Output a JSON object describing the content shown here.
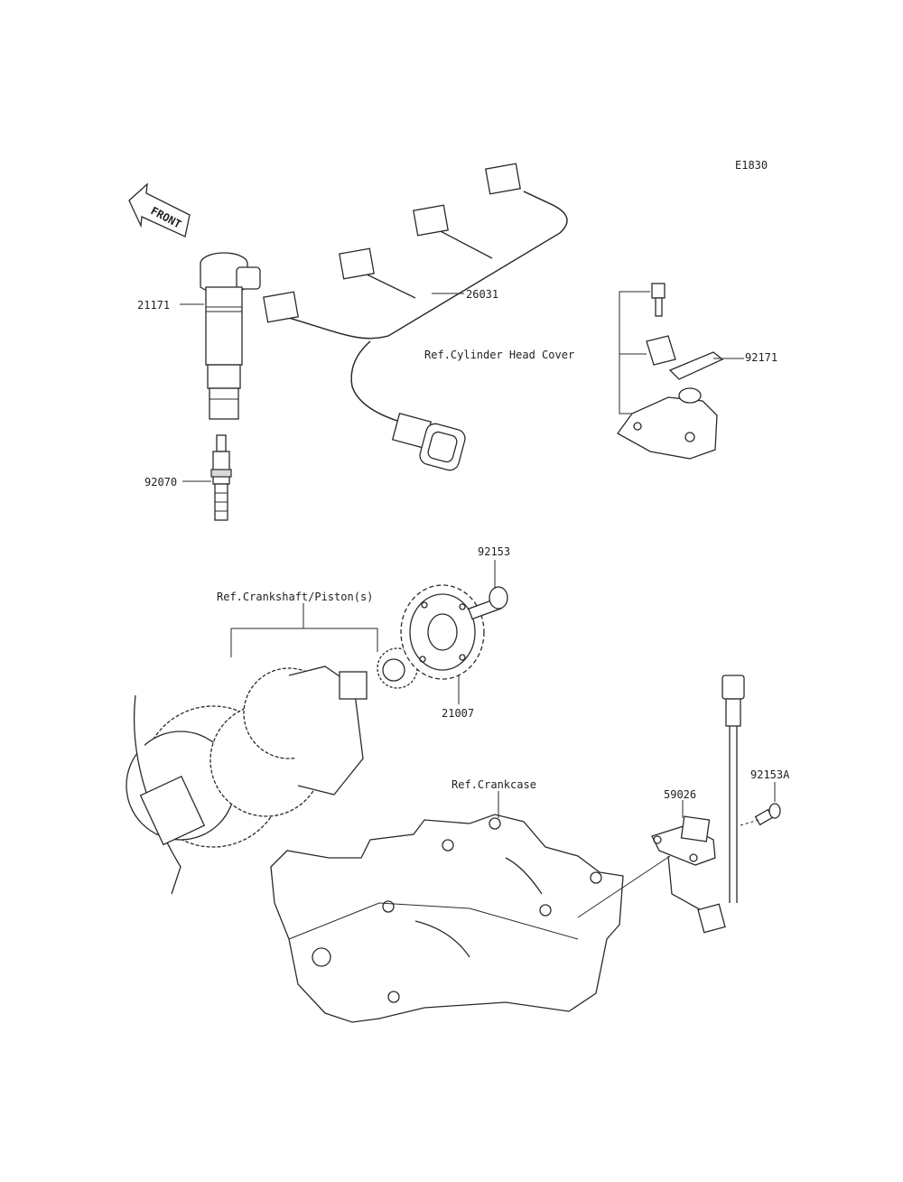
{
  "diagram": {
    "code": "E1830",
    "front_label": "FRONT",
    "parts": [
      {
        "id": "21171"
      },
      {
        "id": "92070"
      },
      {
        "id": "26031"
      },
      {
        "id": "92171"
      },
      {
        "id": "92153"
      },
      {
        "id": "21007"
      },
      {
        "id": "59026"
      },
      {
        "id": "92153A"
      }
    ],
    "references": [
      {
        "text": "Ref.Cylinder Head Cover"
      },
      {
        "text": "Ref.Crankshaft/Piston(s)"
      },
      {
        "text": "Ref.Crankcase"
      }
    ]
  }
}
